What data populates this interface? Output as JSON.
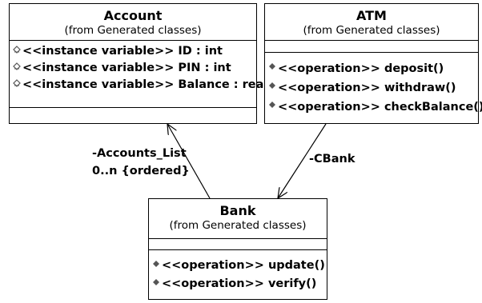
{
  "classes": {
    "account": {
      "name": "Account",
      "stereotype": "(from Generated classes)",
      "attributes": [
        "<<instance variable>> ID : int",
        "<<instance variable>> PIN : int",
        "<<instance variable>> Balance : real"
      ],
      "operations": []
    },
    "atm": {
      "name": "ATM",
      "stereotype": "(from Generated classes)",
      "attributes": [],
      "operations": [
        "<<operation>> deposit()",
        "<<operation>> withdraw()",
        "<<operation>> checkBalance()"
      ]
    },
    "bank": {
      "name": "Bank",
      "stereotype": "(from Generated classes)",
      "attributes": [],
      "operations": [
        "<<operation>> update()",
        "<<operation>> verify()"
      ]
    }
  },
  "associations": {
    "bank_to_account": {
      "role": "-Accounts_List",
      "multiplicity": "0..n {ordered}"
    },
    "atm_to_bank": {
      "role": "-CBank"
    }
  },
  "colors": {
    "line": "#000000",
    "background": "#ffffff",
    "icon_fill": "#555555"
  }
}
